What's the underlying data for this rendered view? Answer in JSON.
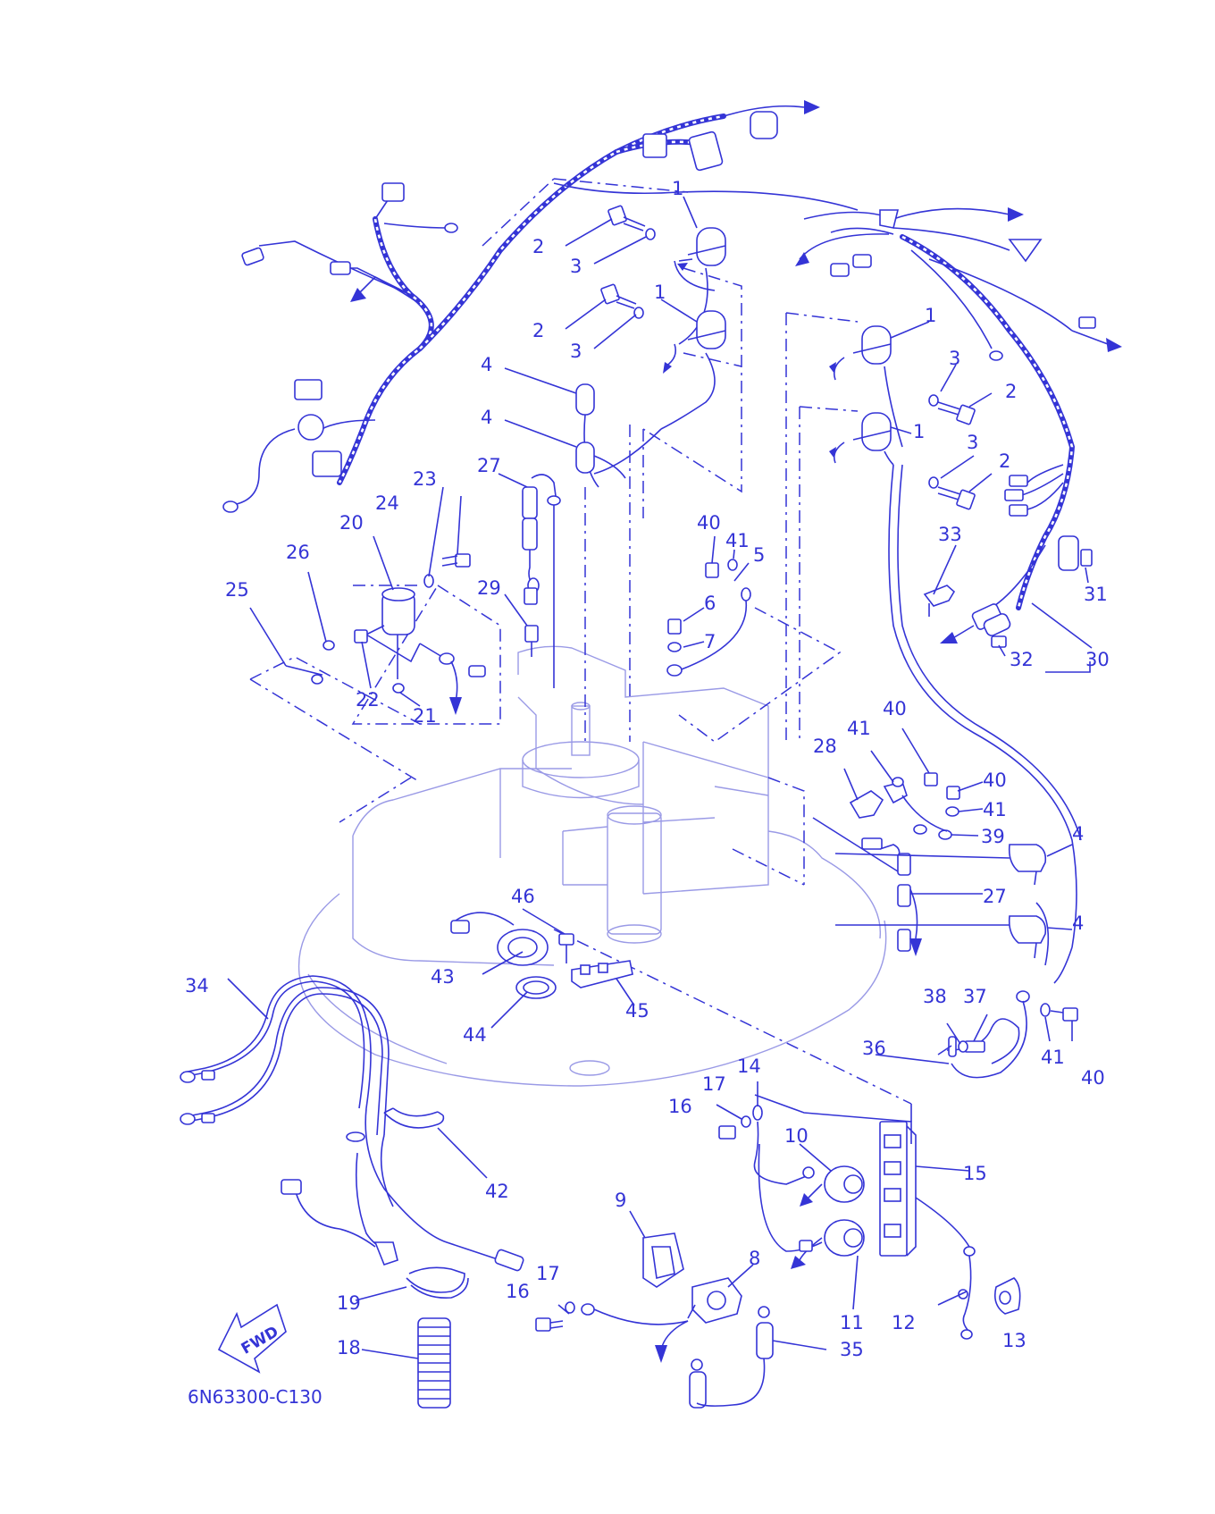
{
  "document": {
    "drawing_code": "6N63300-C130",
    "direction_label": "FWD"
  },
  "colors": {
    "line": "#3434d6",
    "background": "#ffffff"
  },
  "part_labels": [
    "1",
    "1",
    "1",
    "1",
    "2",
    "2",
    "2",
    "2",
    "3",
    "3",
    "3",
    "3",
    "4",
    "4",
    "4",
    "4",
    "5",
    "6",
    "7",
    "8",
    "9",
    "10",
    "11",
    "12",
    "13",
    "14",
    "15",
    "16",
    "16",
    "17",
    "17",
    "18",
    "19",
    "20",
    "21",
    "22",
    "23",
    "24",
    "25",
    "26",
    "27",
    "27",
    "28",
    "29",
    "30",
    "31",
    "32",
    "33",
    "34",
    "35",
    "36",
    "37",
    "38",
    "39",
    "40",
    "40",
    "40",
    "40",
    "41",
    "41",
    "41",
    "41",
    "42",
    "43",
    "44",
    "45",
    "46"
  ]
}
